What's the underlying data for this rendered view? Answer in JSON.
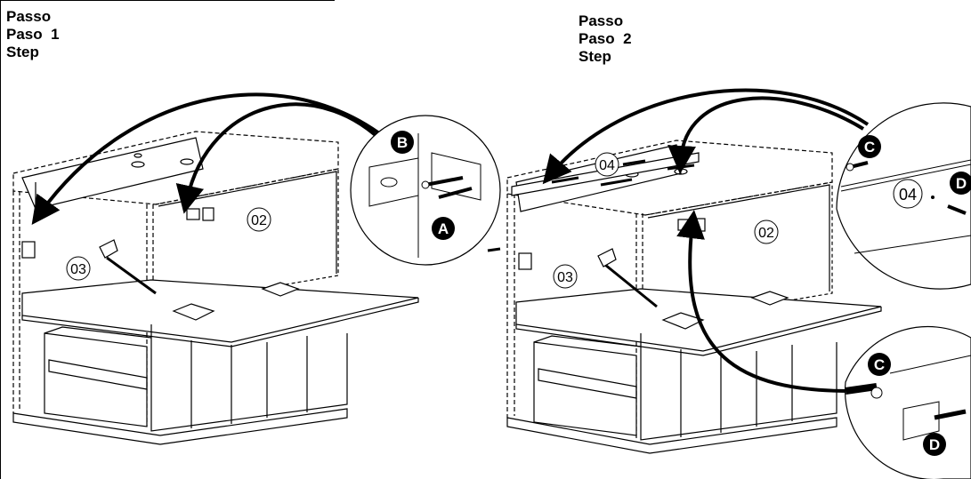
{
  "step1": {
    "line1": "Passo",
    "line2": "Paso  1",
    "line3": "Step"
  },
  "step2": {
    "line1": "Passo",
    "line2": "Paso  2",
    "line3": "Step"
  },
  "parts": {
    "panel_02": "02",
    "panel_03": "03",
    "panel_04": "04"
  },
  "callouts": {
    "a": "A",
    "b": "B",
    "c": "C",
    "d": "D"
  }
}
